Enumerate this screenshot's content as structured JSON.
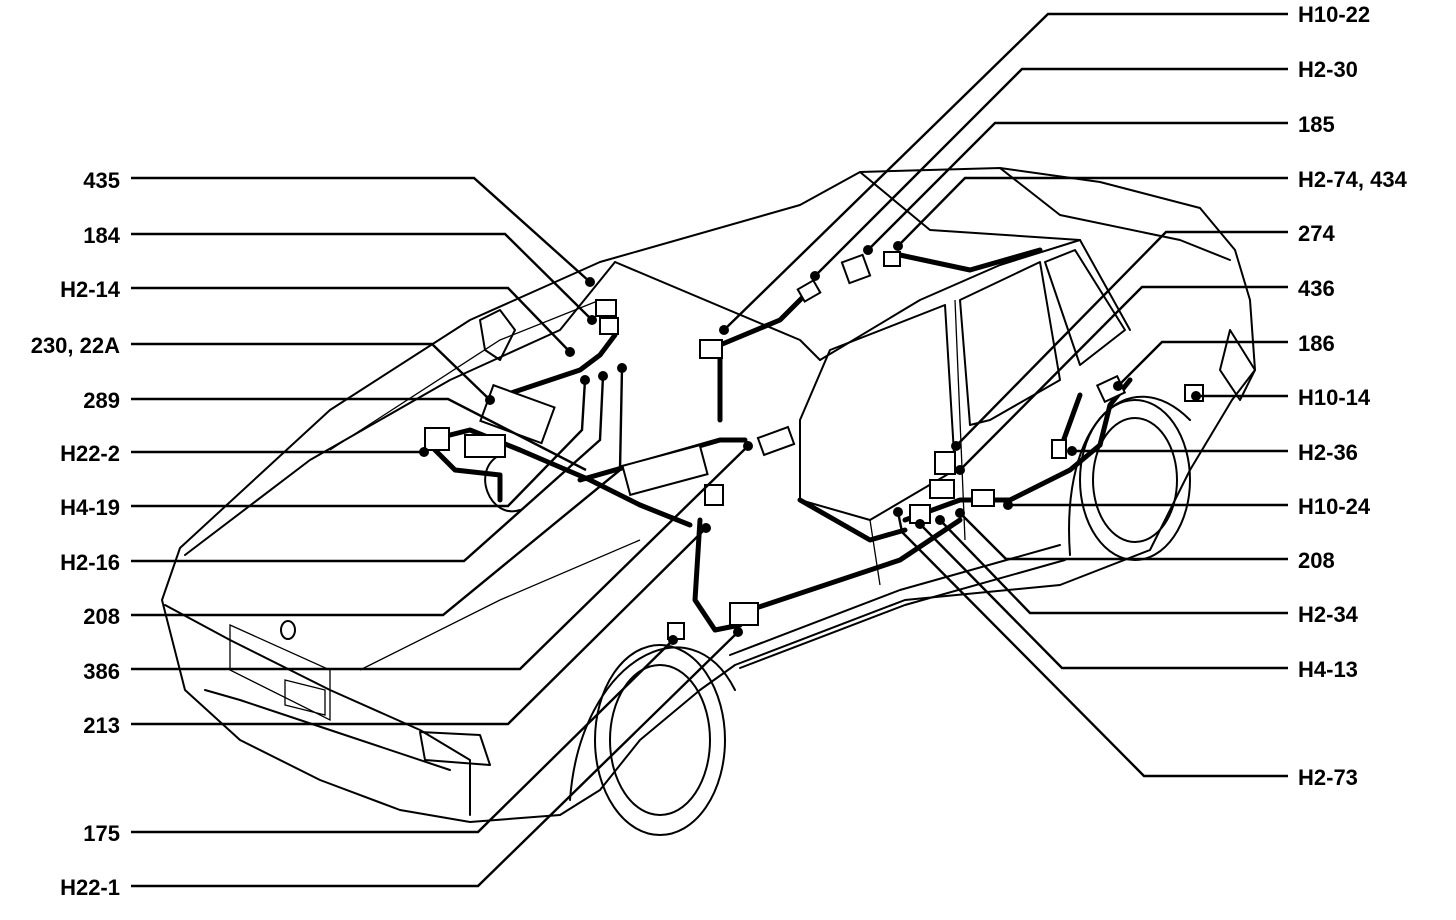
{
  "callouts_left": [
    {
      "id": "l435",
      "label": "435"
    },
    {
      "id": "l184",
      "label": "184"
    },
    {
      "id": "lH2-14",
      "label": "H2-14"
    },
    {
      "id": "l230",
      "label": "230, 22A"
    },
    {
      "id": "l289",
      "label": "289"
    },
    {
      "id": "lH22-2",
      "label": "H22-2"
    },
    {
      "id": "lH4-19",
      "label": "H4-19"
    },
    {
      "id": "lH2-16",
      "label": "H2-16"
    },
    {
      "id": "l208a",
      "label": "208"
    },
    {
      "id": "l386",
      "label": "386"
    },
    {
      "id": "l213",
      "label": "213"
    },
    {
      "id": "l175",
      "label": "175"
    },
    {
      "id": "lH22-1",
      "label": "H22-1"
    }
  ],
  "callouts_right": [
    {
      "id": "rH10-22",
      "label": "H10-22"
    },
    {
      "id": "rH2-30",
      "label": "H2-30"
    },
    {
      "id": "r185",
      "label": "185"
    },
    {
      "id": "rH2-74",
      "label": "H2-74, 434"
    },
    {
      "id": "r274",
      "label": "274"
    },
    {
      "id": "r436",
      "label": "436"
    },
    {
      "id": "r186",
      "label": "186"
    },
    {
      "id": "rH10-14",
      "label": "H10-14"
    },
    {
      "id": "rH2-36",
      "label": "H2-36"
    },
    {
      "id": "rH10-24",
      "label": "H10-24"
    },
    {
      "id": "r208b",
      "label": "208"
    },
    {
      "id": "rH2-34",
      "label": "H2-34"
    },
    {
      "id": "rH4-13",
      "label": "H4-13"
    },
    {
      "id": "rH2-73",
      "label": "H2-73"
    }
  ]
}
